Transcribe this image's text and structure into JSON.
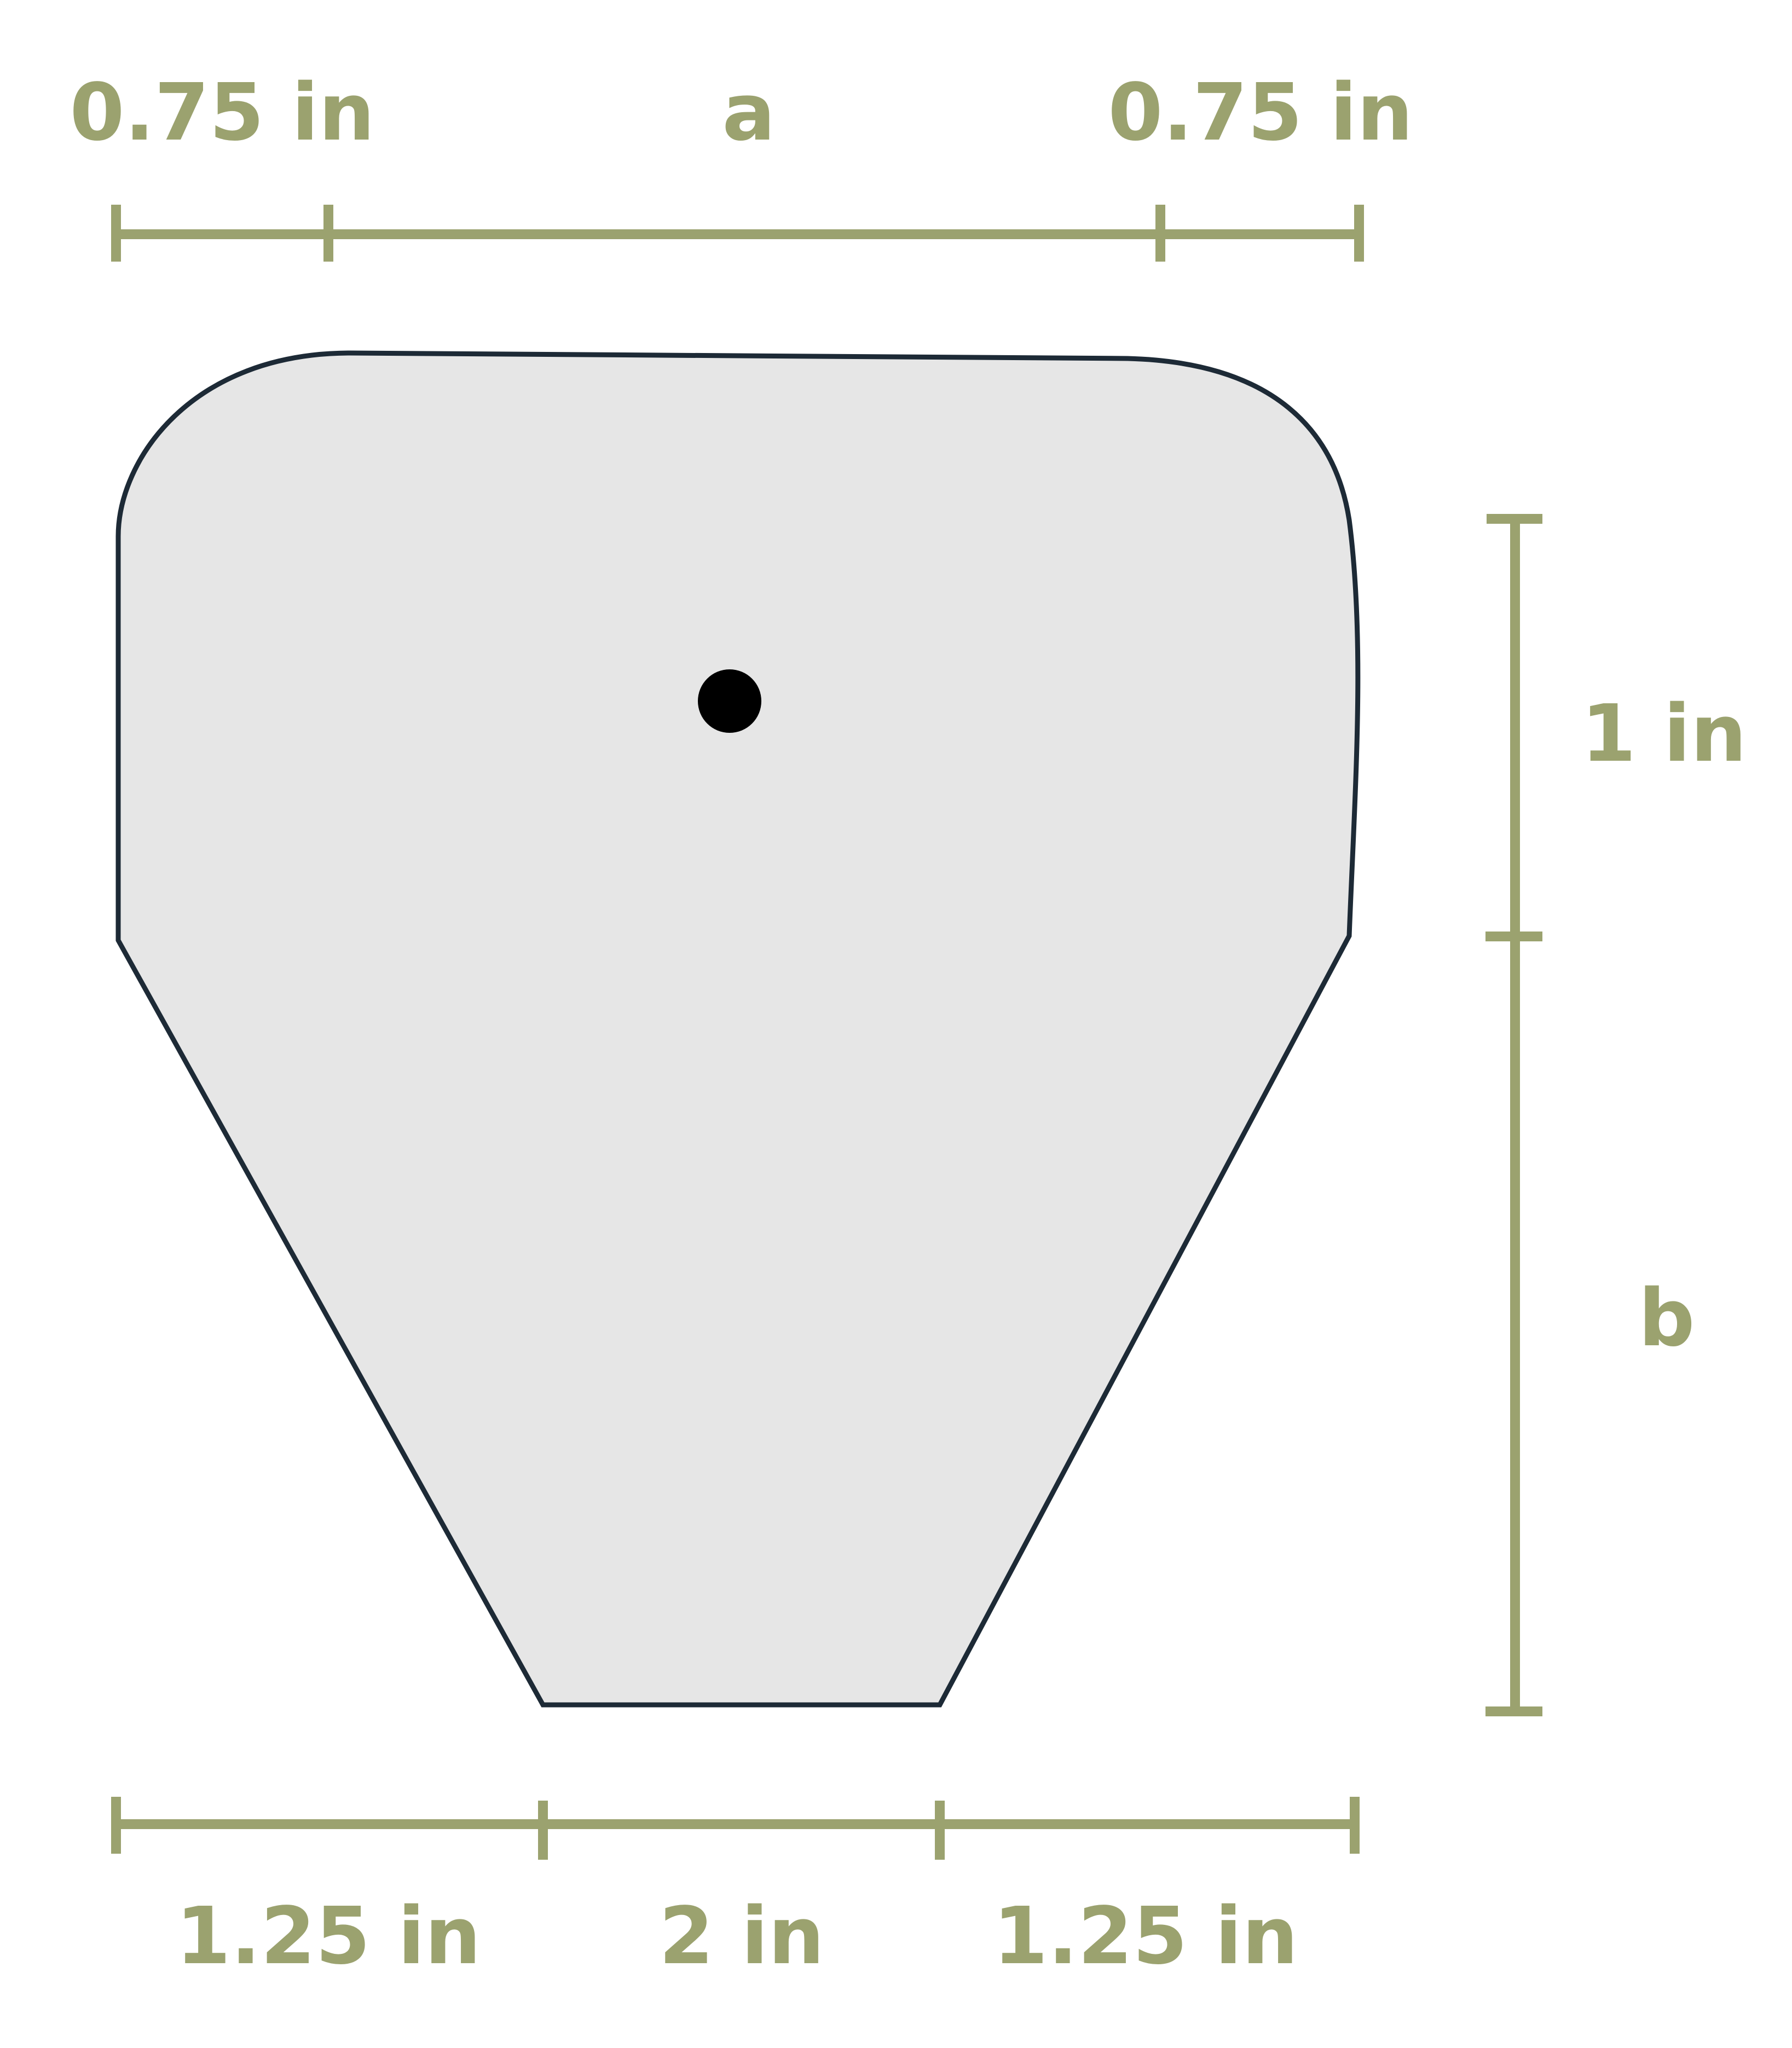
{
  "colors": {
    "dimension": "#9ba26f",
    "shape_fill": "#e6e6e6",
    "shape_stroke": "#1d2a36",
    "point": "#000000",
    "background": "#ffffff"
  },
  "top_dimensions": {
    "left_label": "0.75 in",
    "middle_label": "a",
    "right_label": "0.75 in"
  },
  "bottom_dimensions": {
    "left_label": "1.25 in",
    "middle_label": "2 in",
    "right_label": "1.25 in"
  },
  "right_dimensions": {
    "upper_label": "1 in",
    "lower_label": "b"
  }
}
